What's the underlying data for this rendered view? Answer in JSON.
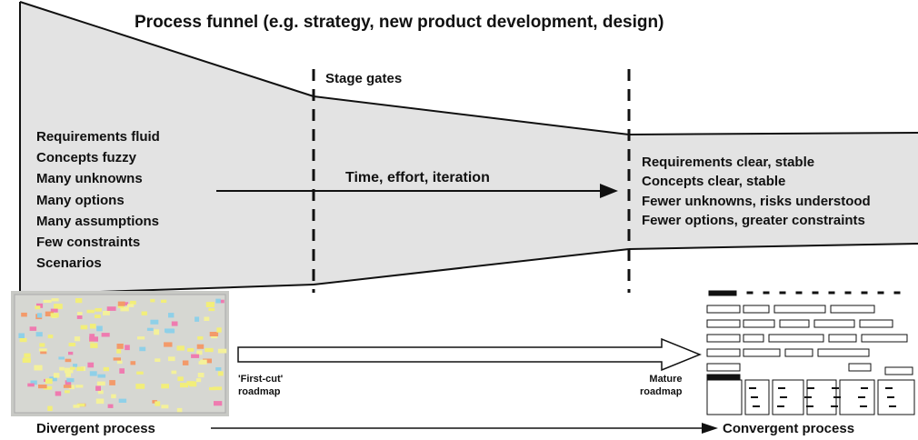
{
  "title": "Process funnel (e.g. strategy, new product development, design)",
  "stage_gates_label": "Stage gates",
  "arrow_label": "Time, effort, iteration",
  "early_stage": {
    "items": [
      "Requirements fluid",
      "Concepts fuzzy",
      "Many unknowns",
      "Many options",
      "Many assumptions",
      "Few constraints",
      "Scenarios"
    ]
  },
  "late_stage": {
    "items": [
      "Requirements clear, stable",
      "Concepts clear, stable",
      "Fewer unknowns, risks understood",
      "Fewer options, greater constraints"
    ]
  },
  "first_cut": {
    "line1": "'First-cut'",
    "line2": "roadmap"
  },
  "mature": {
    "line1": "Mature",
    "line2": "roadmap"
  },
  "divergent_label": "Divergent process",
  "convergent_label": "Convergent process",
  "colors": {
    "funnel_fill": "#e3e3e3",
    "stroke": "#111111",
    "photo_bg": "#c8c9c5"
  }
}
